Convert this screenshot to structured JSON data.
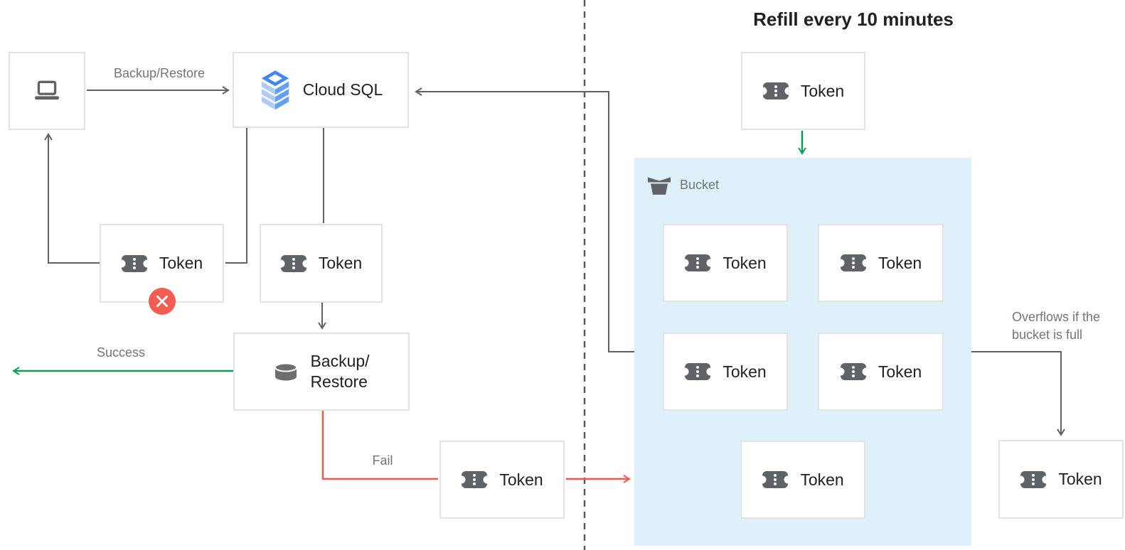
{
  "diagram": {
    "title": "Refill every 10 minutes",
    "token_label": "Token",
    "left": {
      "edge_backup_restore": "Backup/Restore",
      "edge_success": "Success",
      "edge_fail": "Fail",
      "cloud_sql_label": "Cloud SQL",
      "backup_restore_line1": "Backup/",
      "backup_restore_line2": "Restore"
    },
    "bucket": {
      "label": "Bucket",
      "token_count": 5
    },
    "overflow": {
      "line1": "Overflows if the",
      "line2": "bucket is full"
    },
    "icons": {
      "client": "laptop-icon",
      "cloud_sql": "cloud-sql-icon",
      "token": "token-icon",
      "backup_restore": "database-icon",
      "bucket": "bucket-icon",
      "fail_badge": "error-x-icon"
    },
    "colors": {
      "success_green": "#0f9d58",
      "fail_red": "#f4594e",
      "error_badge_red": "#f35d51",
      "connector_gray": "#616161",
      "label_gray": "#757575",
      "text_dark": "#212121",
      "icon_gray": "#5f6368",
      "bucket_background": "#def0fa",
      "box_border": "#e3e3e3",
      "cloud_sql_blue": "#4285f4",
      "cloud_sql_blue_mid": "#669df6",
      "cloud_sql_blue_light": "#aecbfa"
    }
  }
}
